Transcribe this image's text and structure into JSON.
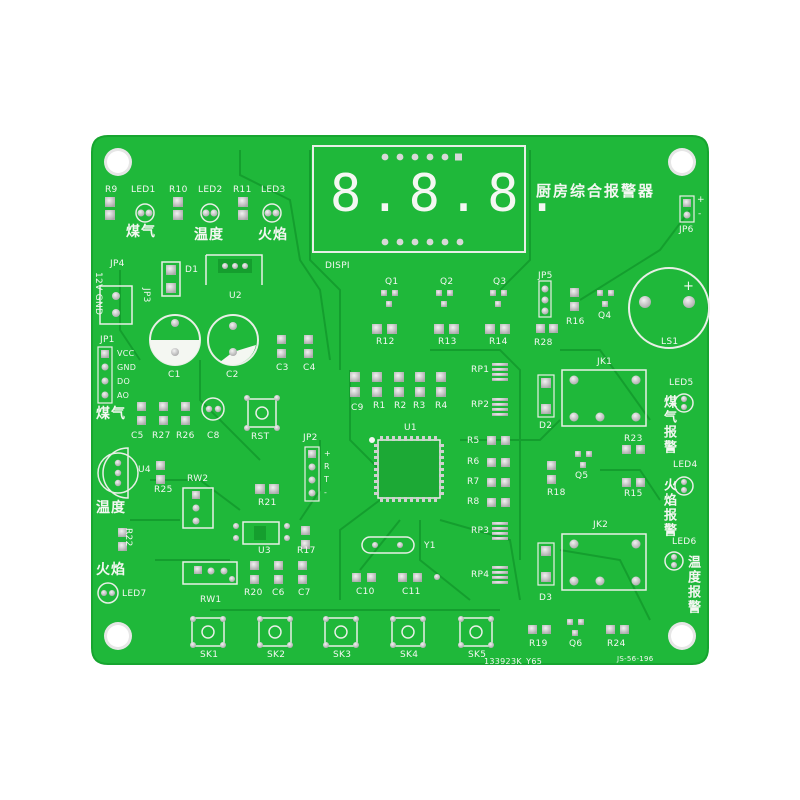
{
  "board": {
    "title": "厨房综合报警器",
    "display_label": "DISPI",
    "display_digits": "8.8.8.",
    "footer_code": "133923K_Y65",
    "board_id": "JS-56-196",
    "colors": {
      "soldermask": "#1fb83a",
      "copper_trace": "#19a832",
      "silkscreen": "#f4f7f2",
      "pad": "#d9d9d9",
      "background": "#ffffff"
    }
  },
  "labels": {
    "led_row": [
      "R9",
      "LED1",
      "R10",
      "LED2",
      "R11",
      "LED3"
    ],
    "sensor_names": {
      "gas": "煤气",
      "temp": "温度",
      "fire": "火焰"
    },
    "power": {
      "jp4": "JP4",
      "jp3": "JP3",
      "d1": "D1",
      "u2": "U2",
      "c1": "C1",
      "c2": "C2",
      "c3": "C3",
      "c4": "C4",
      "supply": "12V GND"
    },
    "jp1": {
      "name": "JP1",
      "pins": [
        "VCC",
        "GND",
        "DO",
        "AO"
      ]
    },
    "gas_section": {
      "name": "煤气",
      "c5": "C5",
      "r27": "R27",
      "r26": "R26",
      "c8": "C8",
      "rst": "RST"
    },
    "temp_section": {
      "u4": "U4",
      "r25": "R25",
      "name": "温度",
      "r22": "R22",
      "rw2": "RW2",
      "r21": "R21",
      "u3": "U3",
      "r17": "R17"
    },
    "fire_section": {
      "name": "火焰",
      "led7": "LED7",
      "rw1": "RW1",
      "r20": "R20",
      "c6": "C6",
      "c7": "C7"
    },
    "mcu": {
      "u1": "U1",
      "jp2": "JP2",
      "jp2_pins": [
        "+",
        "R",
        "T",
        "-"
      ],
      "y1": "Y1",
      "c10": "C10",
      "c11": "C11"
    },
    "caps_row": [
      "C9",
      "R1",
      "R2",
      "R3",
      "R4"
    ],
    "transistors": [
      "Q1",
      "Q2",
      "Q3"
    ],
    "transistor_resistors": [
      "R12",
      "R13",
      "R14"
    ],
    "resistor_networks": [
      "RP1",
      "RP2",
      "RP3",
      "RP4"
    ],
    "mid_resistors": [
      "R5",
      "R6",
      "R7",
      "R8"
    ],
    "buzzer": {
      "jp5": "JP5",
      "r28": "R28",
      "r16": "R16",
      "q4": "Q4",
      "ls1": "LS1",
      "jp6": "JP6",
      "plus": "+",
      "minus": "-",
      "ls_plus": "+"
    },
    "relays": {
      "jk1": "JK1",
      "jk2": "JK2",
      "d2": "D2",
      "d3": "D3",
      "q5": "Q5",
      "q6": "Q6",
      "r18": "R18",
      "r23": "R23",
      "r15": "R15",
      "r19": "R19",
      "r24": "R24"
    },
    "alarm_leds": [
      {
        "led": "LED5",
        "text": "煤气报警"
      },
      {
        "led": "LED4",
        "text": "火焰报警"
      },
      {
        "led": "LED6",
        "text": "温度报警"
      }
    ],
    "switches": [
      "SK1",
      "SK2",
      "SK3",
      "SK4",
      "SK5"
    ]
  }
}
